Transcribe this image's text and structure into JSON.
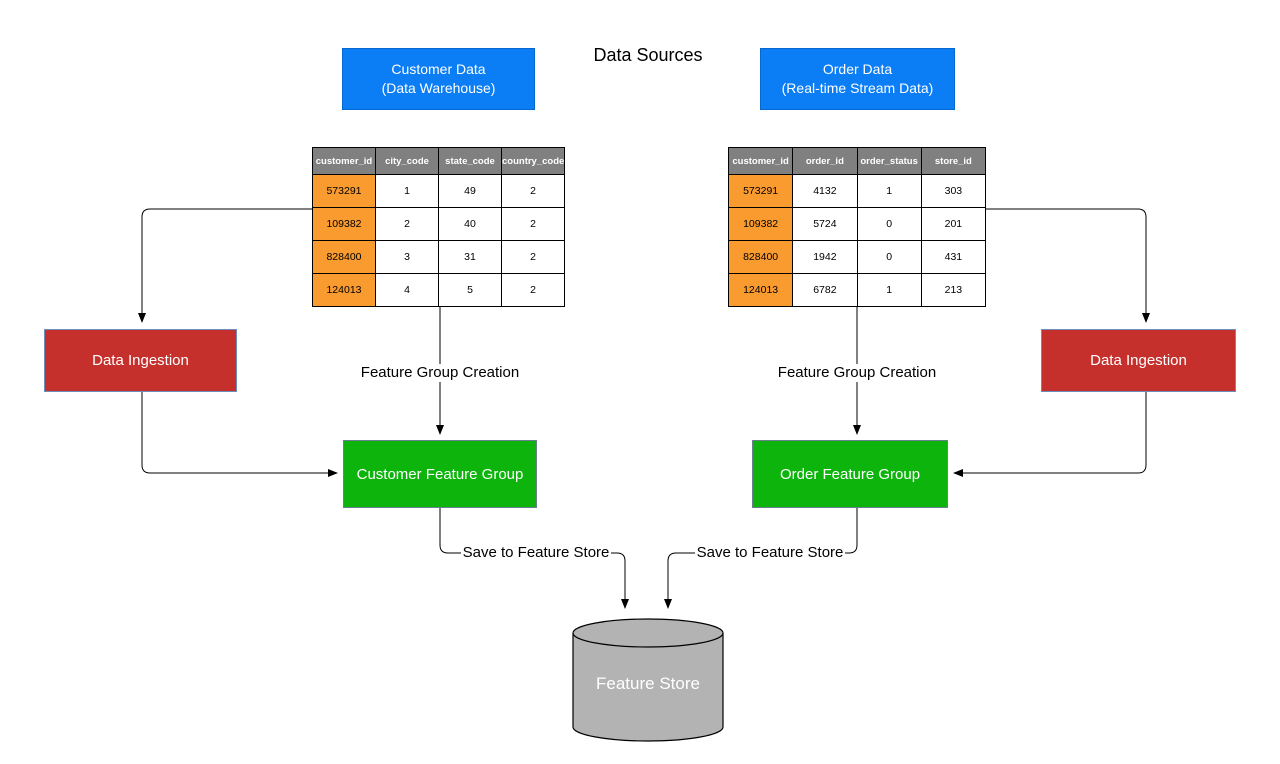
{
  "title": "Data Sources",
  "colors": {
    "source_blue": "#0b7df5",
    "ingestion_red": "#c5302c",
    "feature_group_green": "#0db40c",
    "table_header_gray": "#808080",
    "table_key_orange": "#f99b2e",
    "cylinder_gray": "#b3b3b3",
    "line_black": "#000000"
  },
  "sources": {
    "customer": {
      "line1": "Customer Data",
      "line2": "(Data Warehouse)"
    },
    "order": {
      "line1": "Order Data",
      "line2": "(Real-time Stream Data)"
    }
  },
  "tables": {
    "customer": {
      "headers": [
        "customer_id",
        "city_code",
        "state_code",
        "country_code"
      ],
      "rows": [
        [
          "573291",
          "1",
          "49",
          "2"
        ],
        [
          "109382",
          "2",
          "40",
          "2"
        ],
        [
          "828400",
          "3",
          "31",
          "2"
        ],
        [
          "124013",
          "4",
          "5",
          "2"
        ]
      ]
    },
    "order": {
      "headers": [
        "customer_id",
        "order_id",
        "order_status",
        "store_id"
      ],
      "rows": [
        [
          "573291",
          "4132",
          "1",
          "303"
        ],
        [
          "109382",
          "5724",
          "0",
          "201"
        ],
        [
          "828400",
          "1942",
          "0",
          "431"
        ],
        [
          "124013",
          "6782",
          "1",
          "213"
        ]
      ]
    }
  },
  "nodes": {
    "ingestion_left": "Data Ingestion",
    "ingestion_right": "Data Ingestion",
    "customer_feature_group": "Customer Feature Group",
    "order_feature_group": "Order Feature Group",
    "feature_store": "Feature Store"
  },
  "edge_labels": {
    "feature_group_creation_left": "Feature Group Creation",
    "feature_group_creation_right": "Feature Group Creation",
    "save_left": "Save to Feature Store",
    "save_right": "Save to Feature Store"
  }
}
